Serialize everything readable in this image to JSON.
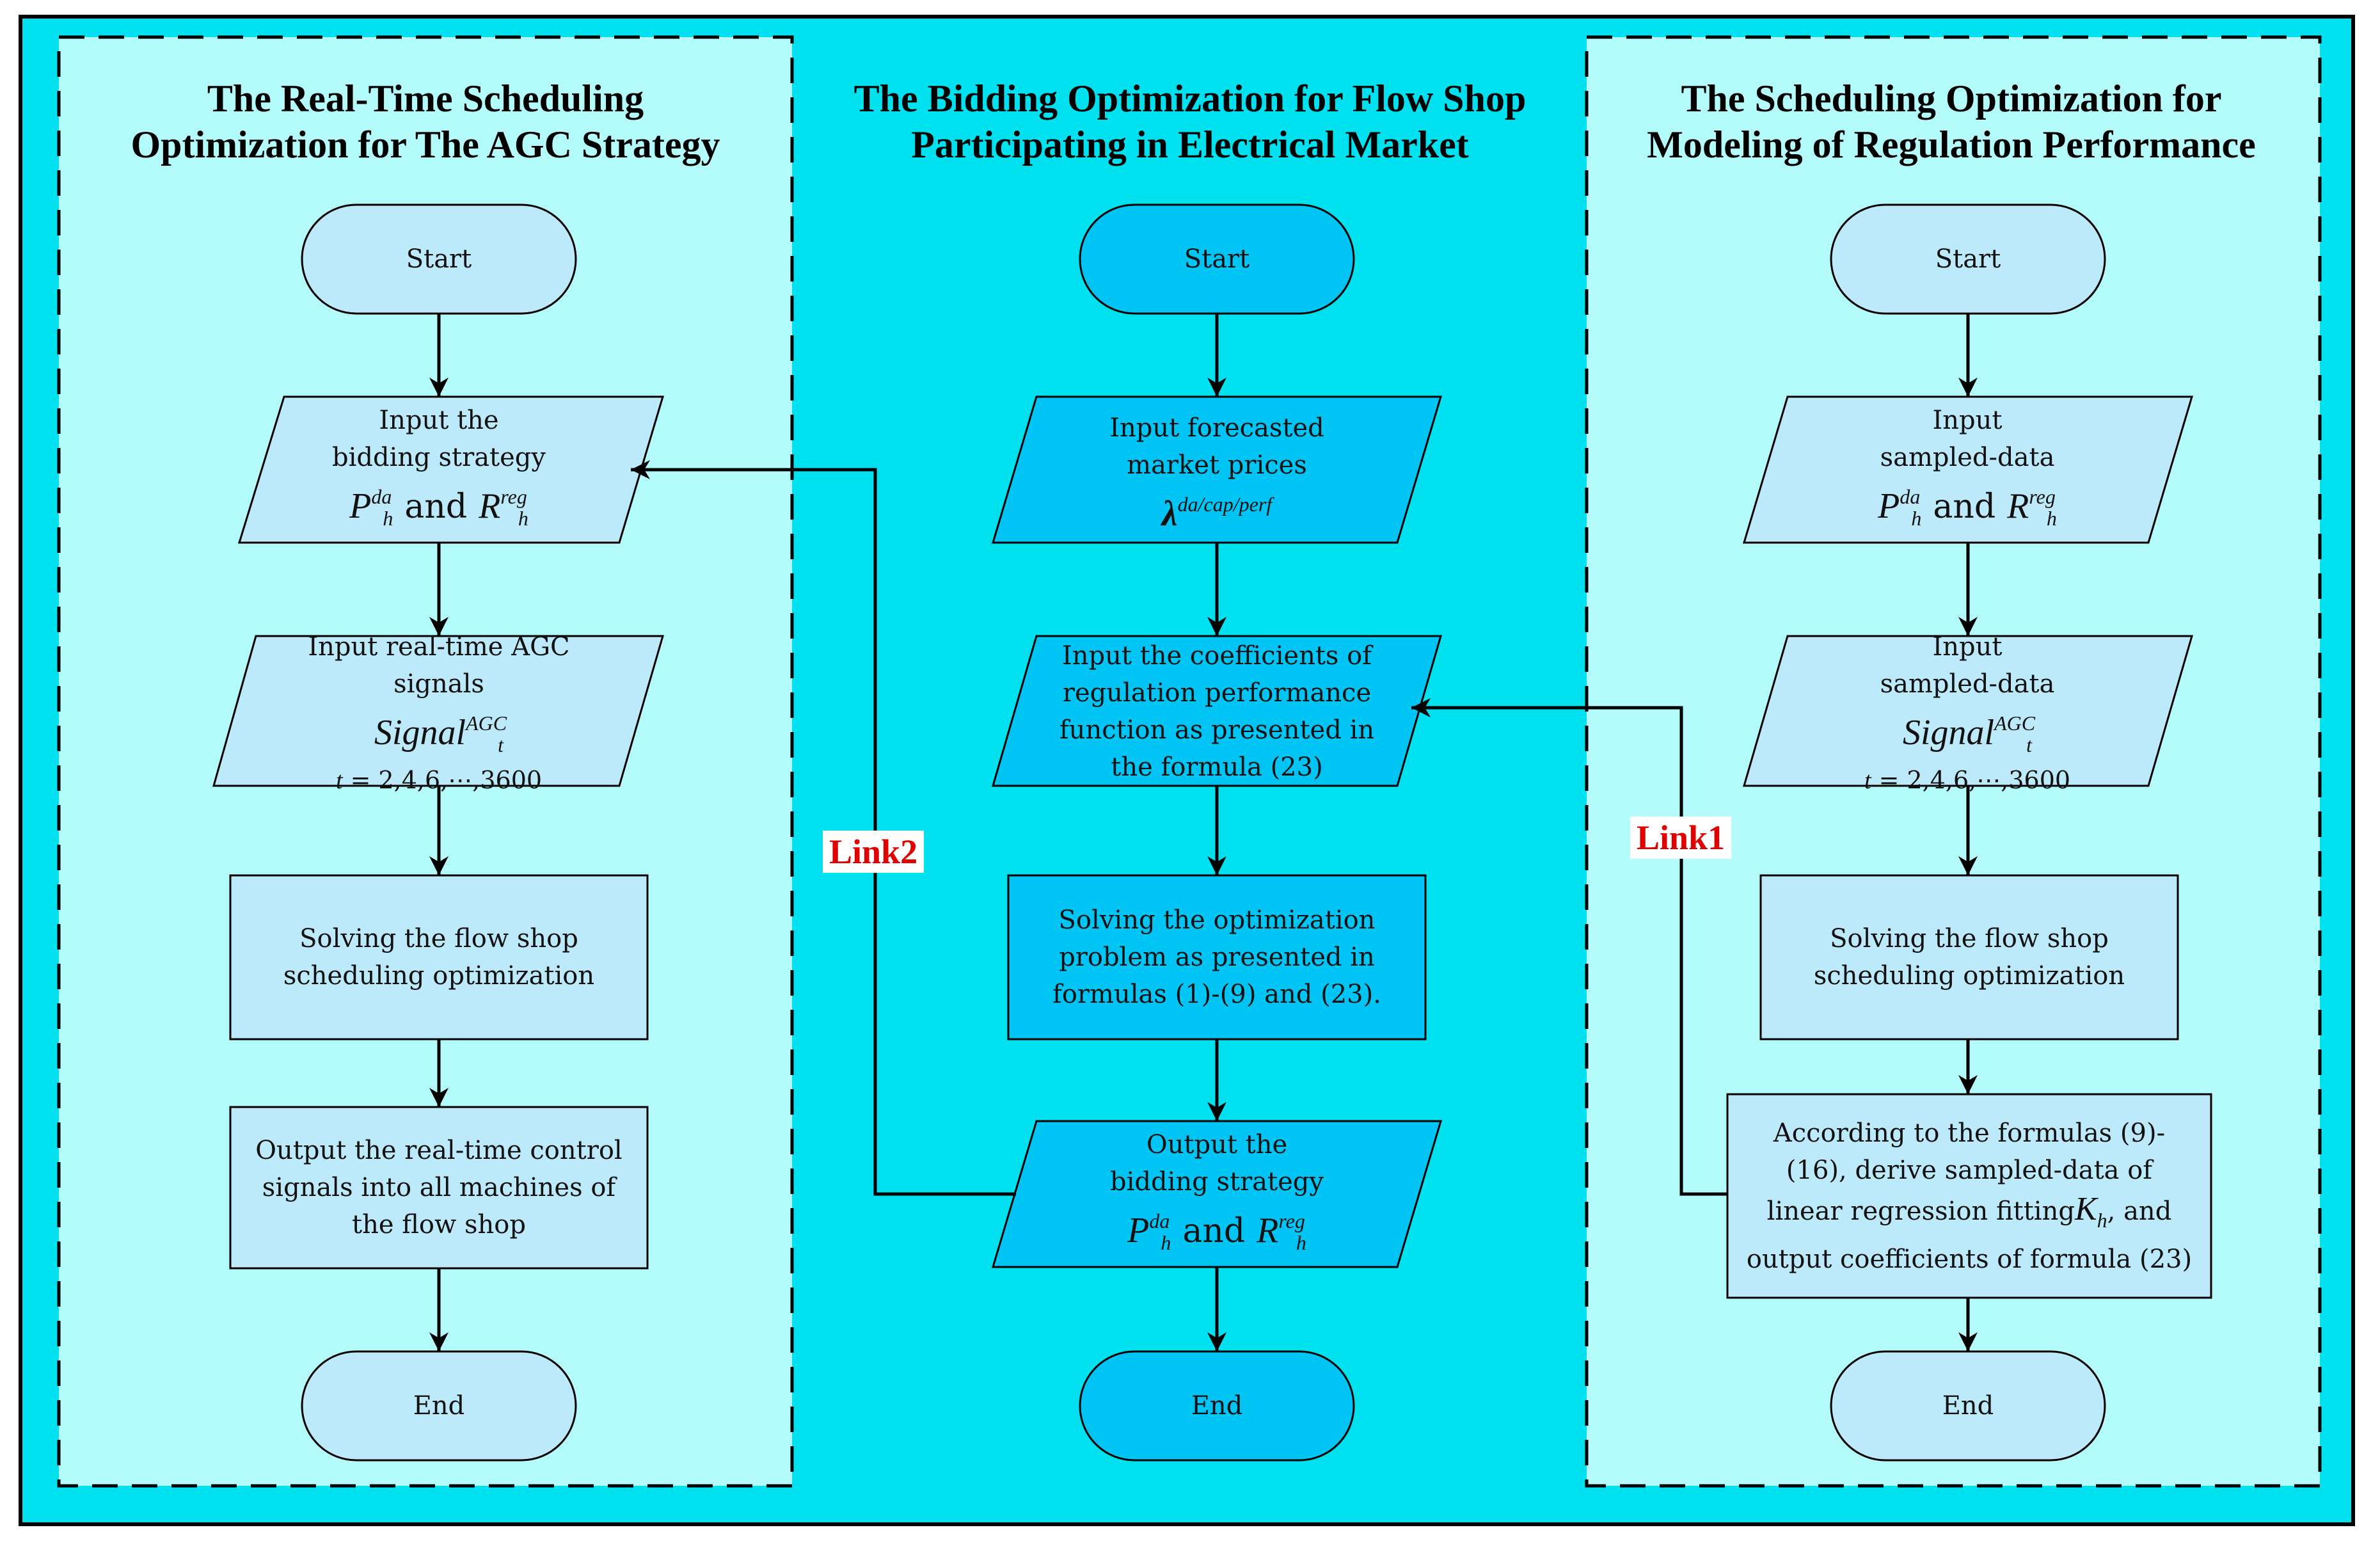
{
  "colors": {
    "frame_bg": "#00e1f0",
    "side_panel_bg": "#b4fbfb",
    "light_box": "#bdeafb",
    "dark_box": "#00c4f4",
    "link_text": "#e00000"
  },
  "left": {
    "title": [
      "The Real-Time Scheduling",
      "Optimization for The AGC Strategy"
    ],
    "start": "Start",
    "input_bid": [
      "Input the",
      "bidding strategy"
    ],
    "input_agc": [
      "Input real-time AGC",
      "signals"
    ],
    "solve": [
      "Solving the flow shop",
      "scheduling optimization"
    ],
    "output": [
      "Output the real-time control",
      "signals into all machines of",
      "the flow shop"
    ],
    "end": "End"
  },
  "middle": {
    "title": [
      "The Bidding Optimization for Flow Shop",
      "Participating in Electrical Market"
    ],
    "start": "Start",
    "input_prices": [
      "Input forecasted",
      "market prices"
    ],
    "input_coef": [
      "Input the coefficients of",
      "regulation performance",
      "function as presented in",
      "the formula (23)"
    ],
    "solve": [
      "Solving the optimization",
      "problem as presented in",
      "formulas (1)-(9) and (23)."
    ],
    "output": [
      "Output the",
      "bidding strategy"
    ],
    "end": "End"
  },
  "right": {
    "title": [
      "The Scheduling Optimization for",
      "Modeling of Regulation Performance"
    ],
    "start": "Start",
    "input_sampled_p": [
      "Input",
      "sampled-data"
    ],
    "input_sampled_signal": [
      "Input",
      "sampled-data"
    ],
    "solve": [
      "Solving the flow shop",
      "scheduling optimization"
    ],
    "derive": [
      "According to the formulas (9)-",
      "(16), derive sampled-data of",
      "linear regression fitting",
      ", and",
      "output coefficients of formula (23)"
    ],
    "end": "End"
  },
  "math": {
    "P": "P",
    "R": "R",
    "h": "h",
    "t": "t",
    "da": "da",
    "reg": "reg",
    "and": "and",
    "lambda": "λ",
    "price_sup": "da/cap/perf",
    "signal": "Signal",
    "agc": "AGC",
    "t_range_var": "t",
    "t_range": " = 2,4,6,⋯,3600",
    "K": "K"
  },
  "links": {
    "link1": "Link1",
    "link2": "Link2"
  }
}
